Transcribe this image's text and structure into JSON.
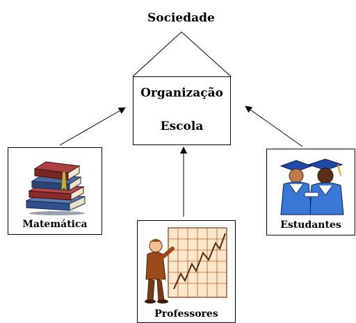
{
  "diagram": {
    "top_label": "Sociedade",
    "center": {
      "line1": "Organização",
      "line2": "Escola"
    },
    "nodes": {
      "left": "Matemática",
      "bottom": "Professores",
      "right": "Estudantes"
    }
  }
}
